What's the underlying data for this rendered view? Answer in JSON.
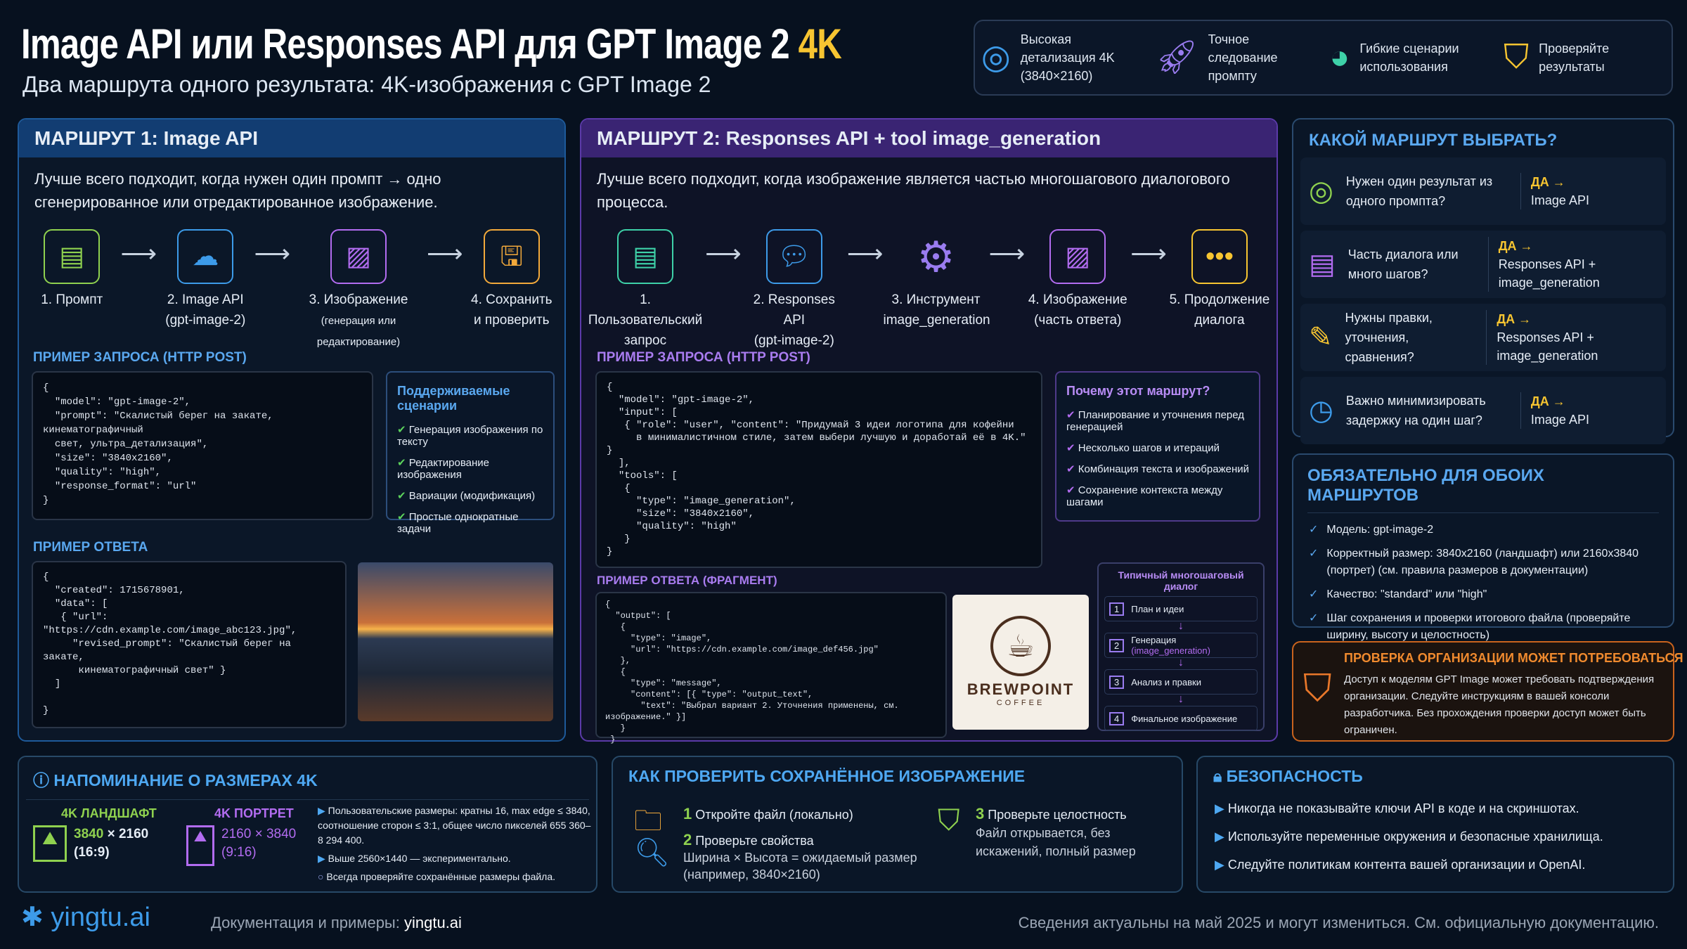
{
  "header": {
    "title": "Image API или Responses API для GPT Image 2",
    "title_highlight": "4K",
    "subtitle": "Два маршрута одного результата: 4K-изображения с GPT Image 2"
  },
  "features": [
    {
      "icon": "target-icon",
      "text": "Высокая детализация 4K (3840×2160)"
    },
    {
      "icon": "rocket-icon",
      "text": "Точное следование промпту"
    },
    {
      "icon": "palette-icon",
      "text": "Гибкие сценарии использования"
    },
    {
      "icon": "shield-check-icon",
      "text": "Проверяйте результаты"
    }
  ],
  "route1": {
    "title": "МАРШРУТ 1: Image API",
    "intro": "Лучше всего подходит, когда нужен один промпт → одно сгенерированное или отредактированное изображение.",
    "steps": [
      {
        "l1": "1. Промпт",
        "l2": ""
      },
      {
        "l1": "2. Image API",
        "l2": "(gpt-image-2)"
      },
      {
        "l1": "3. Изображение",
        "l2": "(генерация или редактирование)"
      },
      {
        "l1": "4. Сохранить",
        "l2": "и проверить"
      }
    ],
    "request_label": "ПРИМЕР ЗАПРОСА (HTTP POST)",
    "request_code": "{\n  \"model\": \"gpt-image-2\",\n  \"prompt\": \"Скалистый берег на закате, кинематографичный\n  свет, ультра_детализация\",\n  \"size\": \"3840x2160\",\n  \"quality\": \"high\",\n  \"response_format\": \"url\"\n}",
    "scenarios_title": "Поддерживаемые сценарии",
    "scenarios": [
      "Генерация изображения по тексту",
      "Редактирование изображения",
      "Вариации (модификация)",
      "Простые однократные задачи"
    ],
    "response_label": "ПРИМЕР ОТВЕТА",
    "response_code": "{\n  \"created\": 1715678901,\n  \"data\": [\n   { \"url\": \"https://cdn.example.com/image_abc123.jpg\",\n     \"revised_prompt\": \"Скалистый берег на закате,\n      кинематографичный свет\" }\n  ]\n\n}"
  },
  "route2": {
    "title": "МАРШРУТ 2: Responses API + tool image_generation",
    "intro": "Лучше всего подходит, когда изображение является частью многошагового диалогового процесса.",
    "steps": [
      {
        "l1": "1. Пользовательский",
        "l2": "запрос"
      },
      {
        "l1": "2. Responses API",
        "l2": "(gpt-image-2)"
      },
      {
        "l1": "3. Инструмент",
        "l2": "image_generation"
      },
      {
        "l1": "4. Изображение",
        "l2": "(часть ответа)"
      },
      {
        "l1": "5. Продолжение",
        "l2": "диалога"
      }
    ],
    "request_label": "ПРИМЕР ЗАПРОСА (HTTP POST)",
    "request_code": "{\n  \"model\": \"gpt-image-2\",\n  \"input\": [\n   { \"role\": \"user\", \"content\": \"Придумай 3 идеи логотипа для кофейни\n     в минималистичном стиле, затем выбери лучшую и доработай её в 4K.\" }\n  ],\n  \"tools\": [\n   {\n     \"type\": \"image_generation\",\n     \"size\": \"3840x2160\",\n     \"quality\": \"high\"\n   }\n}",
    "why_title": "Почему этот маршрут?",
    "why": [
      "Планирование и уточнения перед генерацией",
      "Несколько шагов и итераций",
      "Комбинация текста и изображений",
      "Сохранение контекста между шагами"
    ],
    "response_label": "ПРИМЕР ОТВЕТА (ФРАГМЕНТ)",
    "response_code": "{\n  \"output\": [\n   {\n     \"type\": \"image\",\n     \"url\": \"https://cdn.example.com/image_def456.jpg\"\n   },\n   {\n     \"type\": \"message\",\n     \"content\": [{ \"type\": \"output_text\",\n       \"text\": \"Выбрал вариант 2. Уточнения применены, см. изображение.\" }]\n   }\n }",
    "logo": {
      "name": "BREWPOINT",
      "sub": "COFFEE"
    },
    "dialog_title": "Типичный многошаговый диалог",
    "dialog": [
      {
        "n": "1",
        "t": "План и идеи",
        "x": ""
      },
      {
        "n": "2",
        "t": "Генерация",
        "x": "(image_generation)"
      },
      {
        "n": "3",
        "t": "Анализ и правки",
        "x": ""
      },
      {
        "n": "4",
        "t": "Финальное изображение",
        "x": ""
      }
    ]
  },
  "choose": {
    "title": "КАКОЙ МАРШРУТ ВЫБРАТЬ?",
    "rows": [
      {
        "icon": "target-icon",
        "q": "Нужен один результат из одного промпта?",
        "yes": "ДА →",
        "a": "Image API"
      },
      {
        "icon": "chat-icon",
        "q": "Часть диалога или много шагов?",
        "yes": "ДА →",
        "a": "Responses API + image_generation"
      },
      {
        "icon": "edit-icon",
        "q": "Нужны правки, уточнения, сравнения?",
        "yes": "ДА →",
        "a": "Responses API + image_generation"
      },
      {
        "icon": "clock-icon",
        "q": "Важно минимизировать задержку на один шаг?",
        "yes": "ДА →",
        "a": "Image API"
      }
    ]
  },
  "must": {
    "title": "ОБЯЗАТЕЛЬНО ДЛЯ ОБОИХ МАРШРУТОВ",
    "items": [
      "Модель: gpt-image-2",
      "Корректный размер: 3840x2160 (ландшафт) или 2160x3840 (портрет) (см. правила размеров в документации)",
      "Качество: \"standard\" или \"high\"",
      "Шаг сохранения и проверки итогового файла (проверяйте ширину, высоту и целостность)"
    ]
  },
  "org": {
    "title": "ПРОВЕРКА ОРГАНИЗАЦИИ МОЖЕТ ПОТРЕБОВАТЬСЯ",
    "text": "Доступ к моделям GPT Image может требовать подтверждения организации. Следуйте инструкциям в вашей консоли разработчика. Без прохождения проверки доступ может быть ограничен."
  },
  "sizes": {
    "title": "НАПОМИНАНИЕ О РАЗМЕРАХ 4K",
    "land_label": "4K ЛАНДШАФТ",
    "land_w": "3840",
    "land_h": "2160",
    "land_ratio": "(16:9)",
    "port_label": "4K ПОРТРЕТ",
    "port_w": "2160",
    "port_h": "3840",
    "port_ratio": "(9:16)",
    "x": "×",
    "notes": [
      "Пользовательские размеры: кратны 16, max edge ≤ 3840, соотношение сторон ≤ 3:1, общее число пикселей 655 360–8 294 400.",
      "Выше 2560×1440 — экспериментально.",
      "Всегда проверяйте сохранённые размеры файла."
    ]
  },
  "verify": {
    "title": "КАК ПРОВЕРИТЬ СОХРАНЁННОЕ ИЗОБРАЖЕНИЕ",
    "s1_n": "1",
    "s1": "Откройте файл (локально)",
    "s2_n": "2",
    "s2": "Проверьте свойства",
    "s2_d": "Ширина × Высота = ожидаемый размер (например, 3840×2160)",
    "s3_n": "3",
    "s3": "Проверьте целостность",
    "s3_d": "Файл открывается, без искажений, полный размер"
  },
  "security": {
    "title": "БЕЗОПАСНОСТЬ",
    "items": [
      "Никогда не показывайте ключи API в коде и на скриншотах.",
      "Используйте переменные окружения и безопасные хранилища.",
      "Следуйте политикам контента вашей организации и OpenAI."
    ]
  },
  "footer": {
    "brand": "yingtu.ai",
    "docs_label": "Документация и примеры:",
    "docs_link": "yingtu.ai",
    "note": "Сведения актуальны на май 2025 и могут измениться. См. официальную документацию."
  },
  "colors": {
    "bg": "#07111f",
    "route1": "#1e5a9a",
    "route2": "#5b3aa8",
    "accent": "#f7c531",
    "orange": "#c9631d",
    "green": "#8fd14f",
    "purple": "#b26cf0"
  }
}
